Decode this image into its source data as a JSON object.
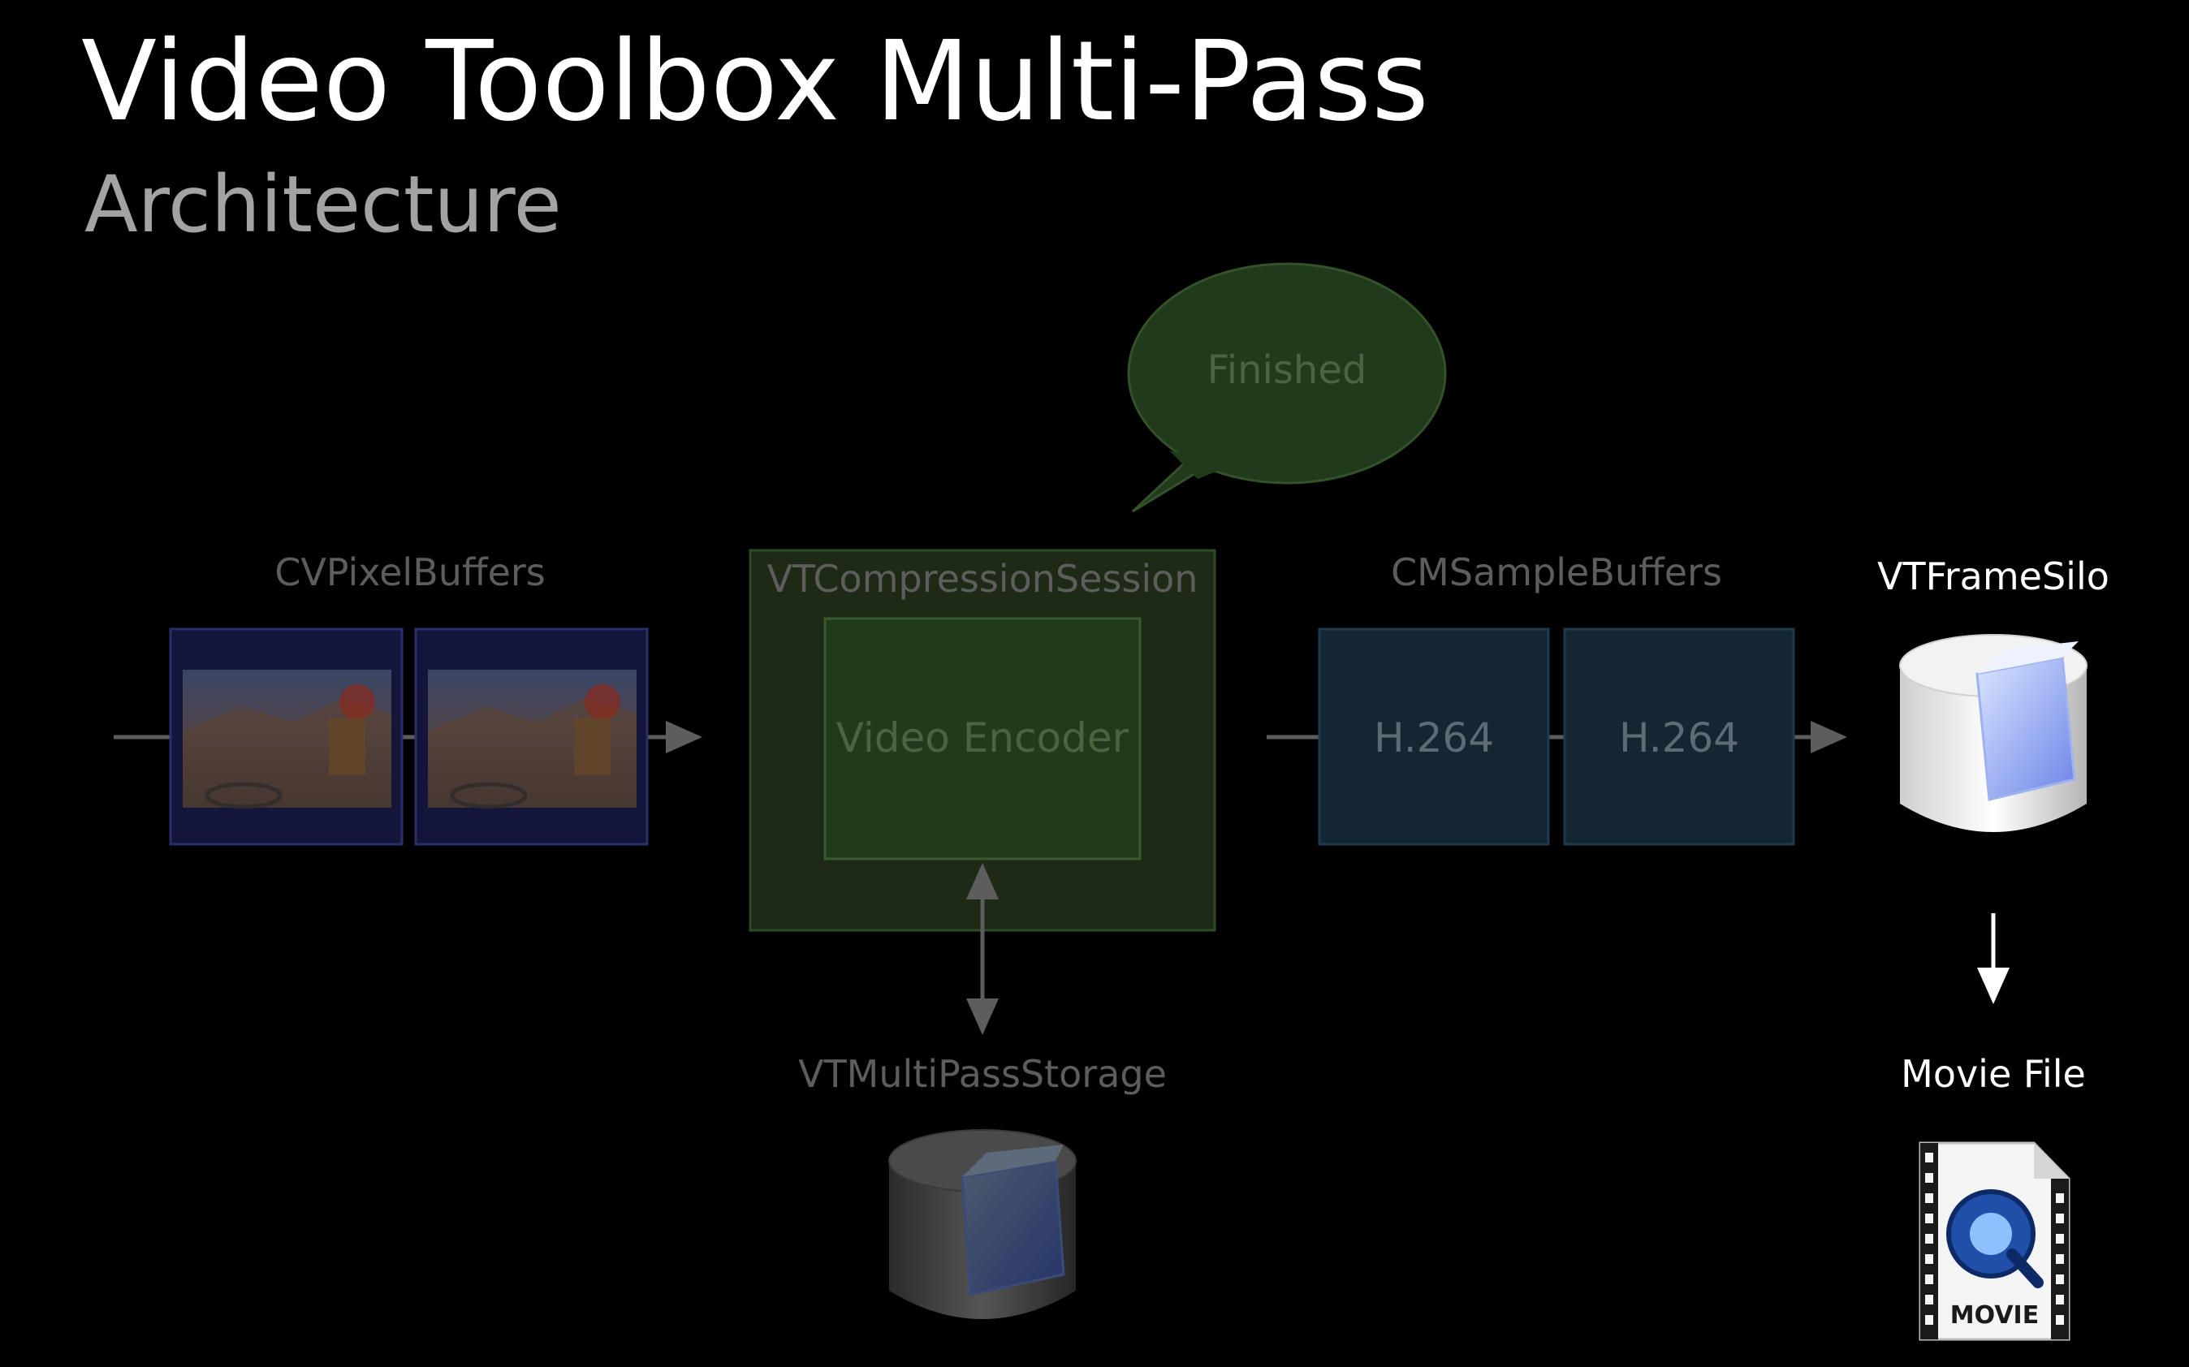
{
  "slide": {
    "title": "Video Toolbox Multi-Pass",
    "subtitle": "Architecture"
  },
  "diagram": {
    "bubble_text": "Finished",
    "inputs": {
      "label": "CVPixelBuffers",
      "frames": 2
    },
    "session": {
      "label": "VTCompressionSession",
      "encoder_label": "Video Encoder"
    },
    "storage": {
      "label": "VTMultiPassStorage"
    },
    "outputs": {
      "label": "CMSampleBuffers",
      "buffers": [
        "H.264",
        "H.264"
      ]
    },
    "silo": {
      "label": "VTFrameSilo"
    },
    "movie": {
      "label": "Movie File",
      "icon_text": "MOVIE"
    }
  },
  "colors": {
    "background": "#000000",
    "pixel_buffer_fill": "#13163a",
    "session_fill": "#1c2a16",
    "encoder_fill": "#223a1c",
    "sample_buffer_fill": "#142632",
    "bubble_fill": "#223a1c"
  }
}
